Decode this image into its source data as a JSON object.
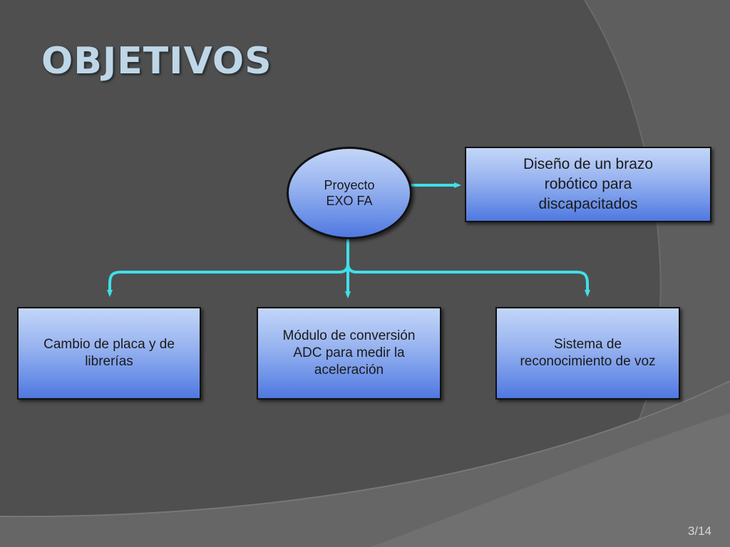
{
  "slide": {
    "title": "OBJETIVOS",
    "page_number": "3/14"
  },
  "diagram": {
    "root": {
      "label": "Proyecto\nEXO FA"
    },
    "goal": {
      "label": "Diseño de un brazo\nrobótico para\ndiscapacitados"
    },
    "children": [
      {
        "label": "Cambio de placa y de\nlibrerías"
      },
      {
        "label": "Módulo de conversión\nADC para medir la\naceleración"
      },
      {
        "label": "Sistema de\nreconocimiento de voz"
      }
    ]
  },
  "colors": {
    "background": "#4f4f4f",
    "connector": "#3fe0e8",
    "node_fill_top": "#c3d6f8",
    "node_fill_bottom": "#4f78e0",
    "title": "#bfd6e6"
  }
}
